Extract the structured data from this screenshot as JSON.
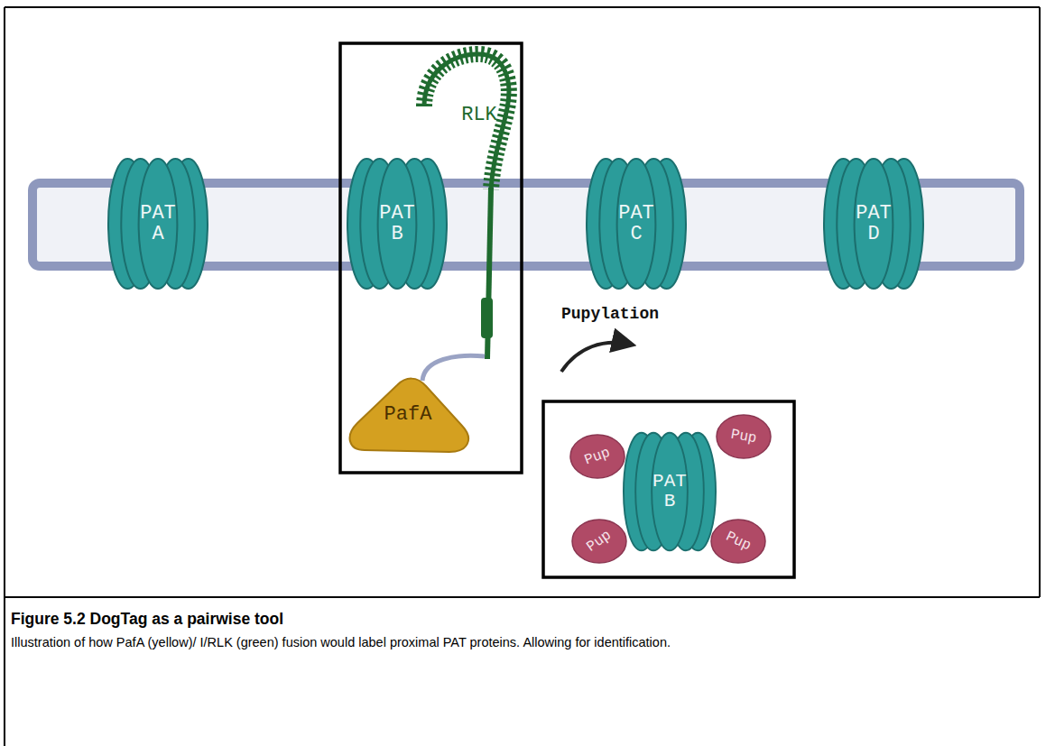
{
  "diagram": {
    "title": "Figure 5.2 DogTag as a pairwise tool",
    "caption": "Illustration of how PafA (yellow)/ I/RLK (green) fusion would label proximal PAT proteins. Allowing for identification.",
    "nodes": [
      {
        "text": [
          "RLK"
        ]
      },
      {
        "text": [
          "PAT A"
        ]
      },
      {
        "text": [
          "PAT B"
        ]
      },
      {
        "text": [
          "PAT C"
        ]
      },
      {
        "text": [
          "PAT D"
        ]
      },
      {
        "text": [
          "PafA"
        ]
      },
      {
        "text": [
          "PAT B"
        ]
      },
      {
        "text": [
          "Pup"
        ]
      },
      {
        "text": [
          "Pup"
        ]
      },
      {
        "text": [
          "Pup"
        ]
      },
      {
        "text": [
          "Pup"
        ]
      }
    ],
    "labels": [
      "Pupylation"
    ]
  }
}
